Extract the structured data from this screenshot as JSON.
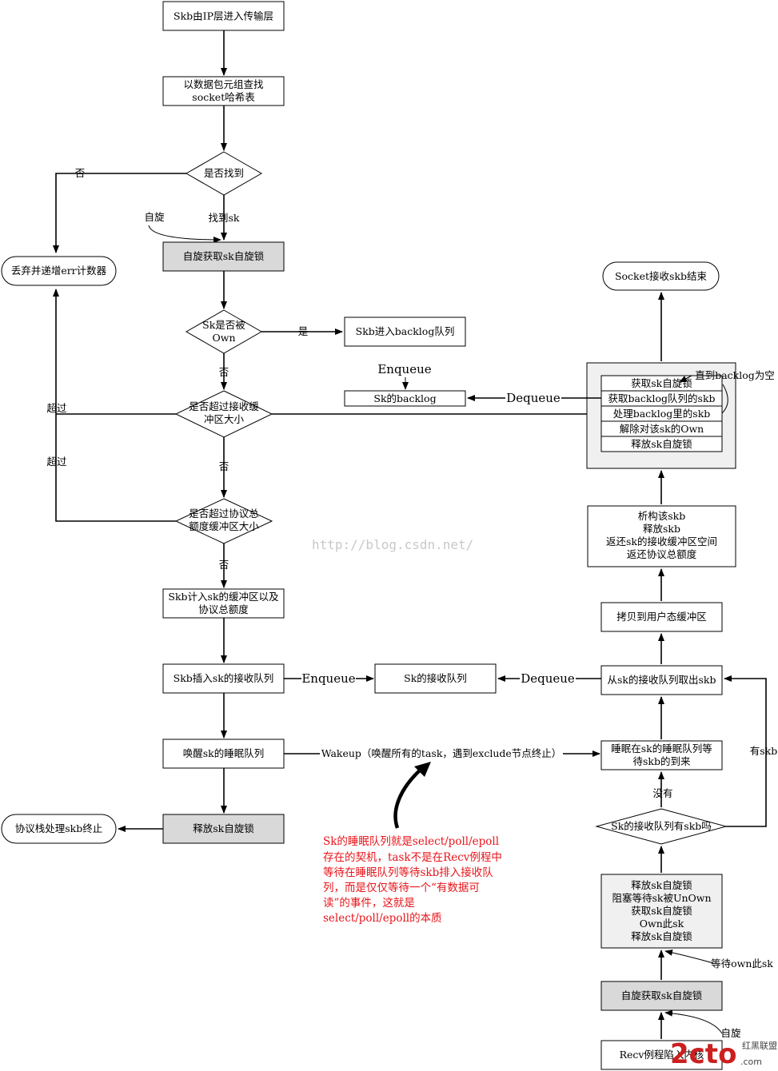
{
  "nodes": {
    "skb_from_ip": "Skb由IP层进入传输层",
    "lookup_l1": "以数据包元组查找",
    "lookup_l2": "socket哈希表",
    "found_q": "是否找到",
    "spin_lock1": "自旋获取sk自旋锁",
    "discard": "丢弃并递增err计数器",
    "owned_q_l1": "Sk是否被",
    "owned_q_l2": "Own",
    "to_backlog": "Skb进入backlog队列",
    "backlog": "Sk的backlog",
    "exceed_rcv_q_l1": "是否超过接收缓",
    "exceed_rcv_q_l2": "冲区大小",
    "exceed_total_q_l1": "是否超过协议总",
    "exceed_total_q_l2": "额度缓冲区大小",
    "charge_l1": "Skb计入sk的缓冲区以及",
    "charge_l2": "协议总额度",
    "insert_rcvq": "Skb插入sk的接收队列",
    "rcv_queue": "Sk的接收队列",
    "wake_sleep": "唤醒sk的睡眠队列",
    "release_lock1": "释放sk自旋锁",
    "stack_done": "协议栈处理skb终止",
    "socket_end": "Socket接收skb结束",
    "backlog_steps": [
      "获取sk自旋锁",
      "获取backlog队列的skb",
      "处理backlog里的skb",
      "解除对该sk的Own",
      "释放sk自旋锁"
    ],
    "destruct_lines": [
      "析构该skb",
      "释放skb",
      "返还sk的接收缓冲区空间",
      "返还协议总额度"
    ],
    "copy_user": "拷贝到用户态缓冲区",
    "take_skb": "从sk的接收队列取出skb",
    "sleep_wait_l1": "睡眠在sk的睡眠队列等",
    "sleep_wait_l2": "待skb的到来",
    "has_skb_q": "Sk的接收队列有skb吗",
    "own_steps": [
      "释放sk自旋锁",
      "阻塞等待sk被UnOwn",
      "获取sk自旋锁",
      "Own此sk",
      "释放sk自旋锁"
    ],
    "spin_lock2": "自旋获取sk自旋锁",
    "recv_enter": "Recv例程陷入内核"
  },
  "edges": {
    "no": "否",
    "yes": "是",
    "found_sk": "找到sk",
    "spin": "自旋",
    "exceed": "超过",
    "enqueue": "Enqueue",
    "dequeue": "Dequeue",
    "until_empty": "直到backlog为空",
    "wakeup": "Wakeup（唤醒所有的task，遇到exclude节点终止）",
    "has_skb": "有skb",
    "none": "没有",
    "wait_own": "等待own此sk"
  },
  "note": [
    "Sk的睡眠队列就是select/poll/epoll",
    "存在的契机，task不是在Recv例程中",
    "等待在睡眠队列等待skb排入接收队",
    "列，而是仅仅等待一个“有数据可",
    "读”的事件，这就是",
    "select/poll/epoll的本质"
  ],
  "watermark": "http://blog.csdn.net/",
  "logo": {
    "main": "2cto",
    "sub": "红黑联盟",
    "domain": ".com"
  }
}
